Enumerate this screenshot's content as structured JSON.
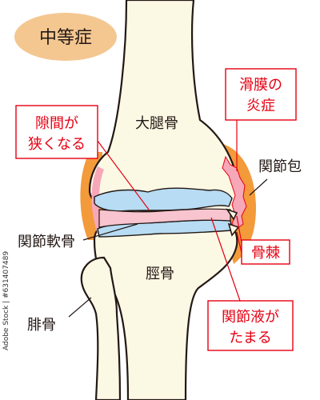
{
  "title": "中等症",
  "labels": {
    "femur": "大腿骨",
    "tibia": "脛骨",
    "fibula": "腓骨",
    "articular_cartilage": "関節軟骨",
    "joint_capsule": "関節包"
  },
  "callouts": {
    "narrowing": [
      "隙間が",
      "狭くなる"
    ],
    "synovitis": [
      "滑膜の",
      "炎症"
    ],
    "osteophyte": "骨棘",
    "effusion": [
      "関節液が",
      "たまる"
    ]
  },
  "stock_id": "Adobe Stock | #631407489",
  "colors": {
    "title_bg": "#f4c791",
    "bone": "#fbf8e4",
    "outline": "#231815",
    "capsule": "#f39a3b",
    "synovium": "#f7a8b8",
    "cartilage": "#b7dcf3",
    "red": "#e60012"
  }
}
